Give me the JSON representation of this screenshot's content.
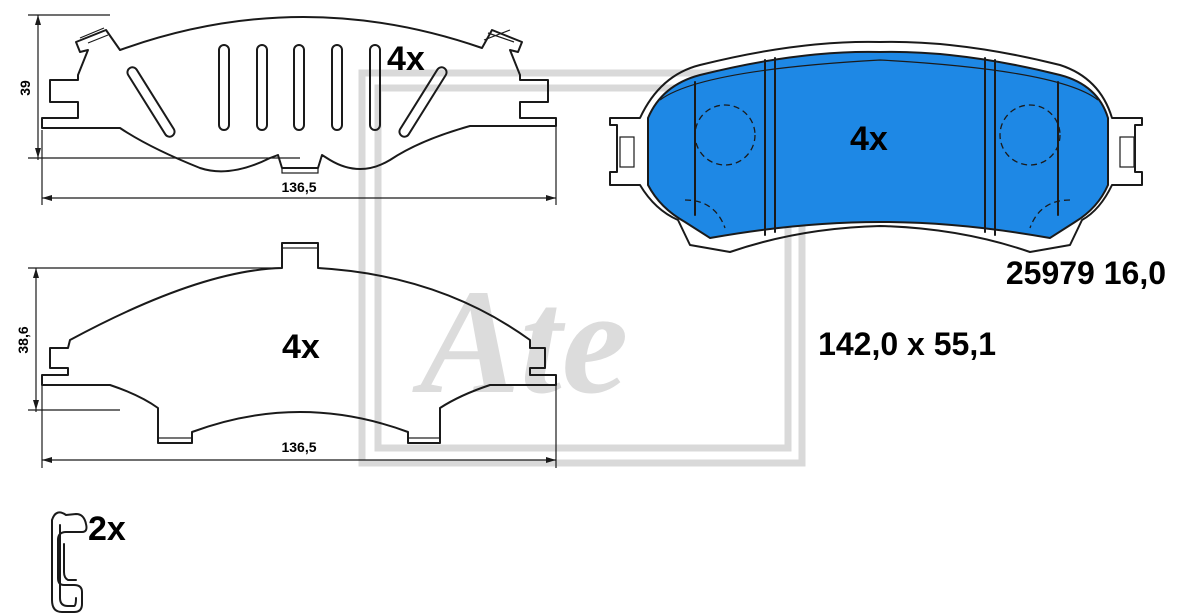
{
  "clip_top": {
    "dim_height": "39",
    "dim_width": "136,5",
    "quantity": "4x"
  },
  "clip_bottom": {
    "dim_height": "38,6",
    "dim_width": "136,5",
    "quantity": "4x"
  },
  "brake_pad": {
    "quantity": "4x",
    "fill_color": "#1e88e5",
    "part_code": "25979 16,0",
    "dimensions": "142,0 x 55,1"
  },
  "spring": {
    "quantity": "2x"
  },
  "watermark": {
    "brand": "Ate"
  }
}
